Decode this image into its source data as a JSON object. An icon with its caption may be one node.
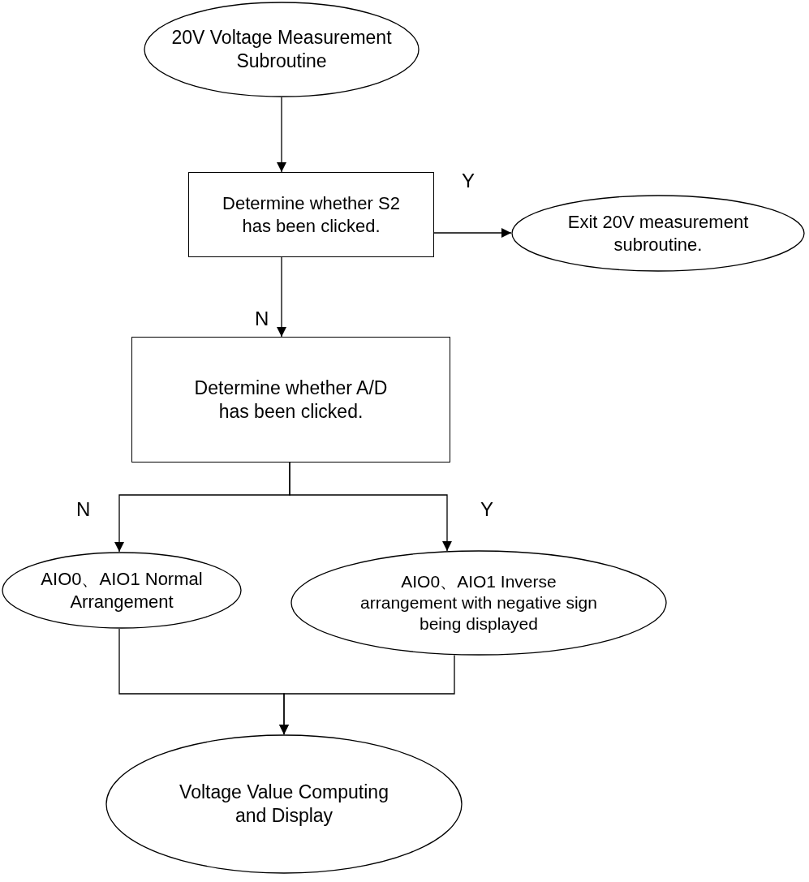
{
  "diagram": {
    "nodes": [
      {
        "text": [
          "20V Voltage Measurement Subroutine"
        ]
      },
      {
        "text": [
          "Determine whether S2 has been clicked."
        ]
      },
      {
        "text": [
          "Exit 20V measurement subroutine."
        ]
      },
      {
        "text": [
          "Determine whether A/D has been clicked."
        ]
      },
      {
        "text": [
          "AIO0、AIO1 Normal Arrangement"
        ]
      },
      {
        "text": [
          "AIO0、AIO1 Inverse arrangement with negative sign being displayed"
        ]
      },
      {
        "text": [
          "Voltage Value Computing and Display"
        ]
      }
    ],
    "edges": [
      {
        "from": 0,
        "to": 1,
        "arrow": "to"
      },
      {
        "from": 1,
        "to": 2,
        "arrow": "to",
        "label": "Y"
      },
      {
        "from": 1,
        "to": 3,
        "arrow": "to",
        "label": "N"
      },
      {
        "from": 3,
        "to": 4,
        "arrow": "to",
        "label": "N"
      },
      {
        "from": 3,
        "to": 5,
        "arrow": "to",
        "label": "Y"
      },
      {
        "from": 4,
        "to": 6,
        "arrow": "to"
      },
      {
        "from": 5,
        "to": 6,
        "arrow": "to"
      }
    ]
  }
}
